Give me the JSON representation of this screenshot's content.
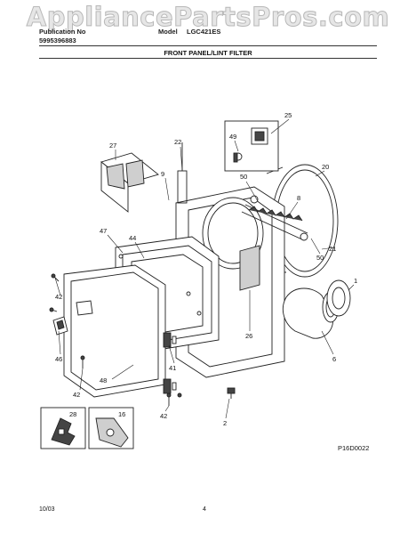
{
  "watermark": "AppliancePartsPros.com",
  "header": {
    "publication_label": "Publication No",
    "model_label": "Model",
    "model_value": "LGC421ES",
    "publication_number": "5995396883",
    "section_title": "FRONT PANEL/LINT FILTER"
  },
  "callouts": {
    "c25": "25",
    "c49": "49",
    "c27": "27",
    "c22": "22",
    "c9": "9",
    "c20": "20",
    "c50a": "50",
    "c8": "8",
    "c47": "47",
    "c44": "44",
    "c21": "21",
    "c50b": "50",
    "c42a": "42",
    "c1": "1",
    "c26": "26",
    "c46": "46",
    "c6": "6",
    "c41": "41",
    "c42b": "42",
    "c48": "48",
    "c42c": "42",
    "c28": "28",
    "c16": "16",
    "c2": "2"
  },
  "figure_id": "P16D0022",
  "footer": {
    "date": "10/03",
    "page": "4"
  }
}
